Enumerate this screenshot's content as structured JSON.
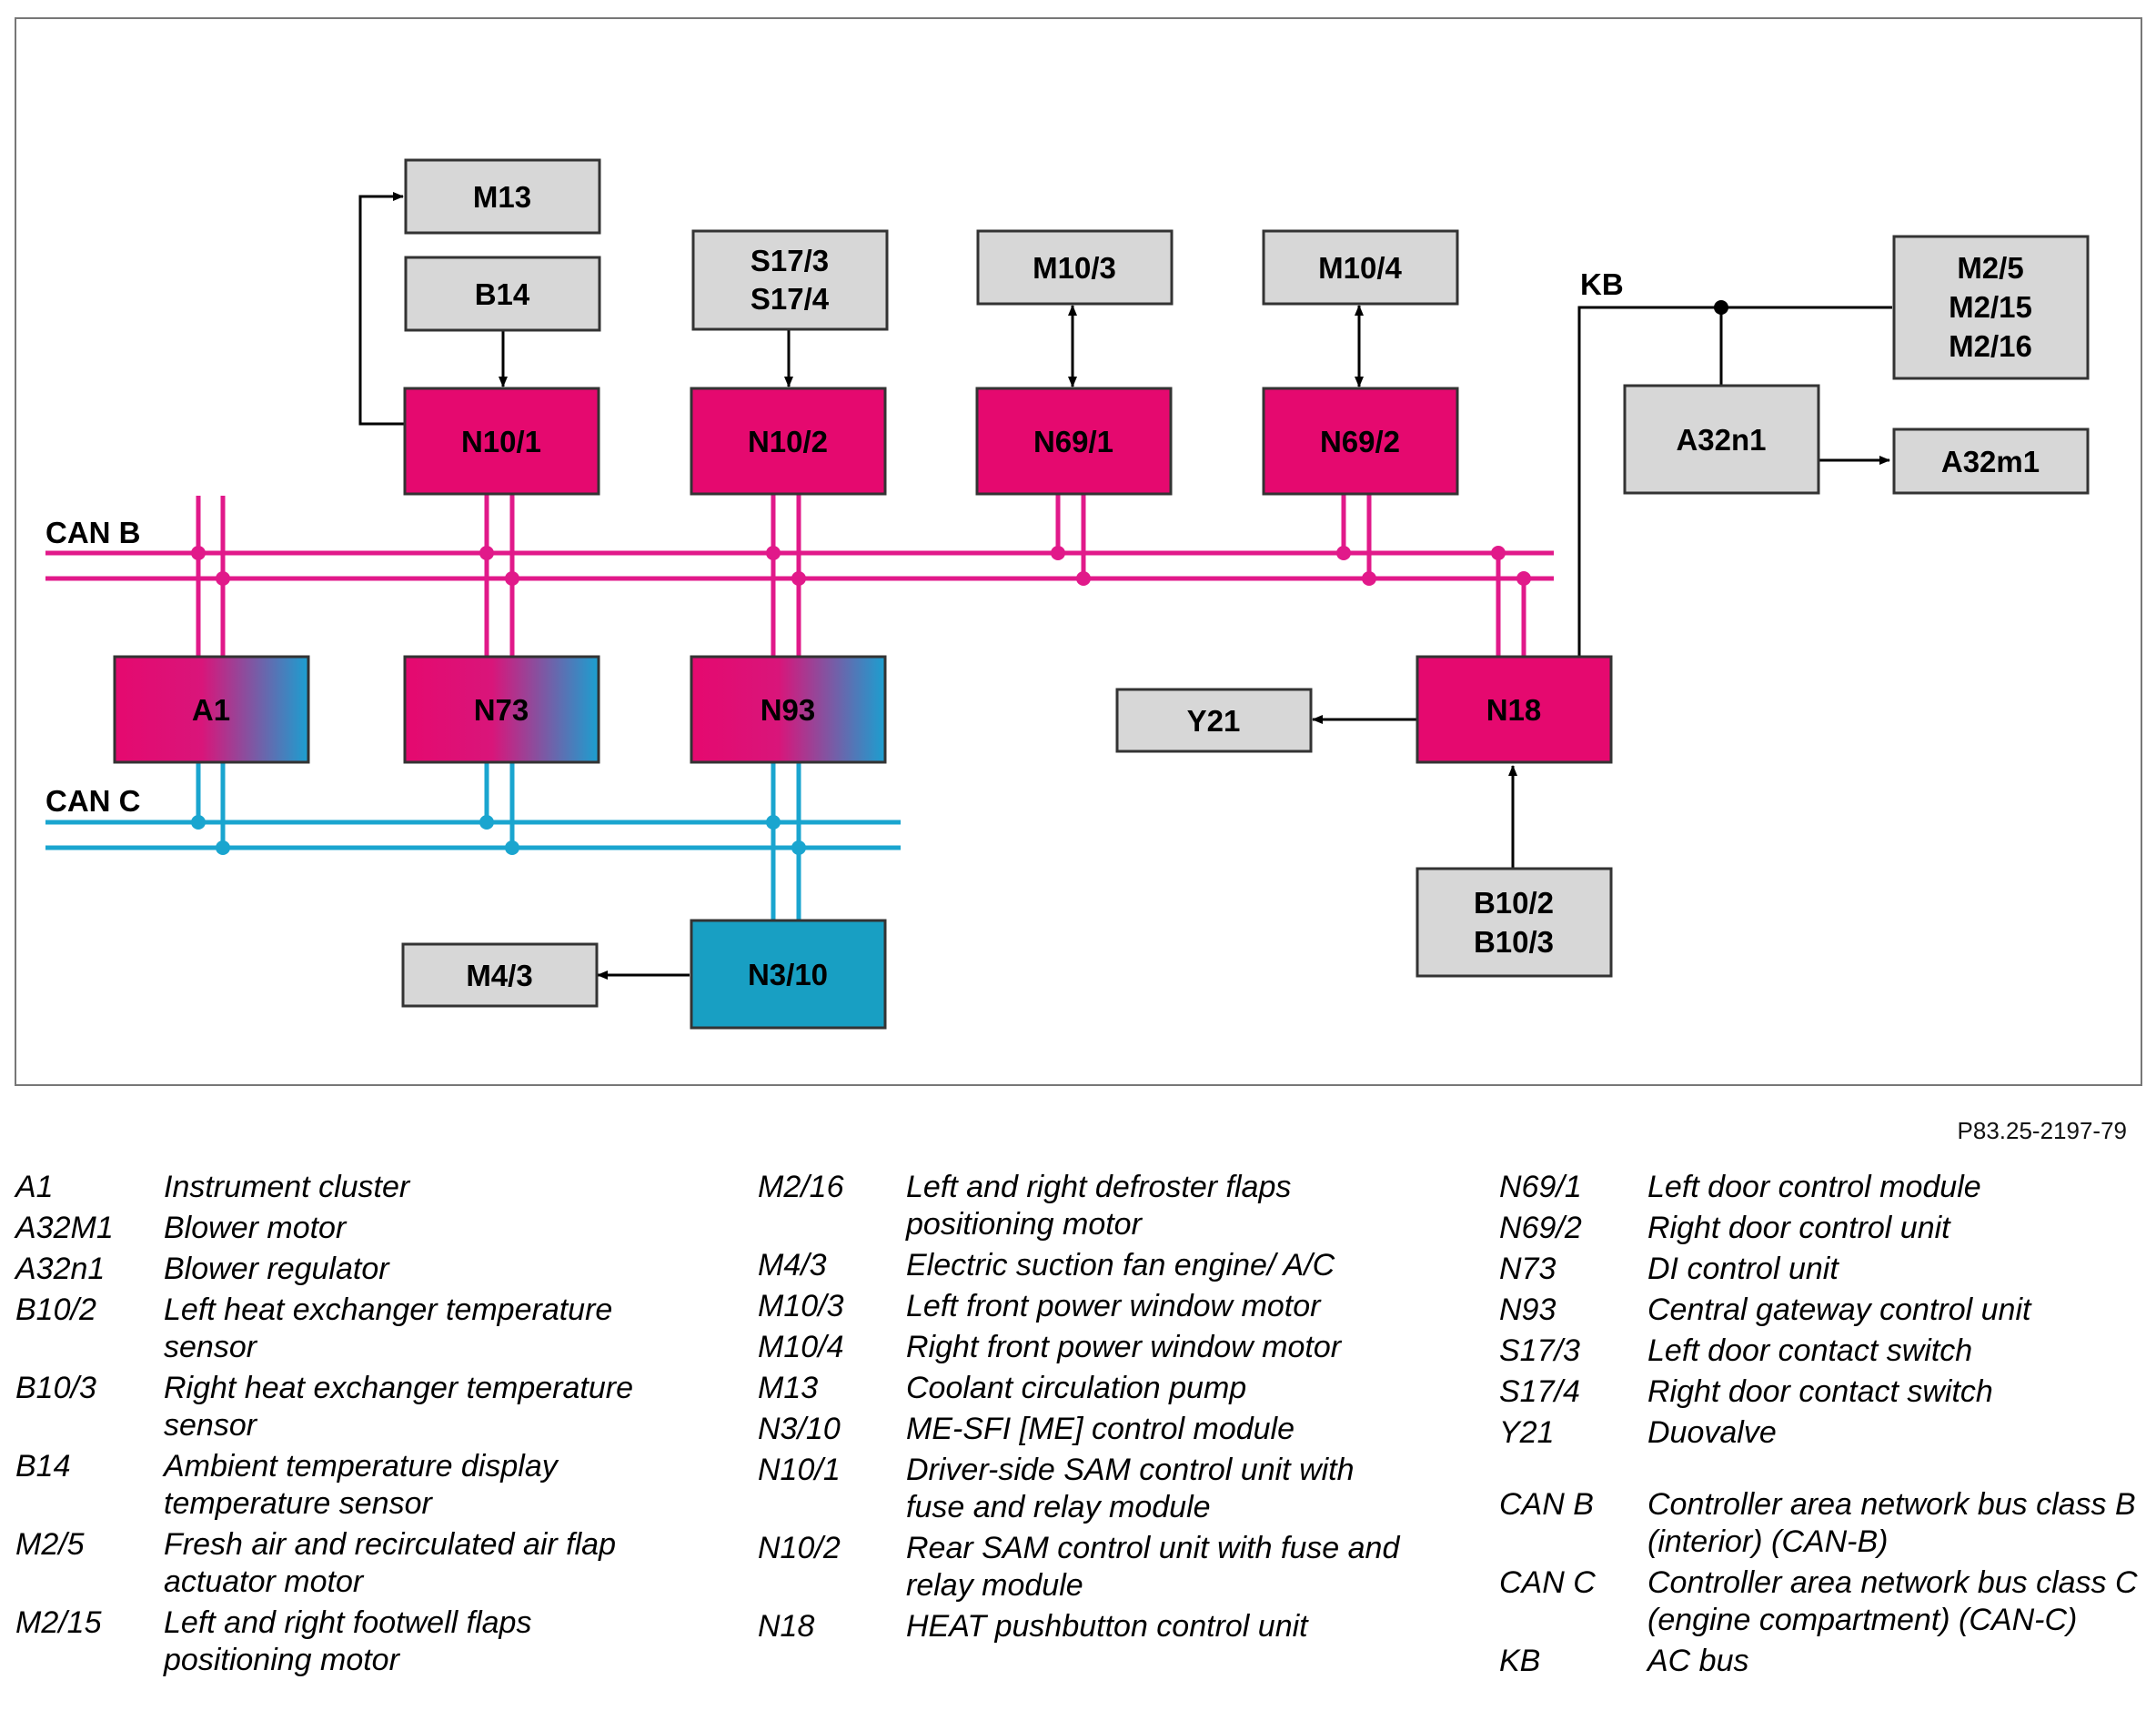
{
  "diagram": {
    "doc_code": "P83.25-2197-79",
    "bus_labels": {
      "can_b": "CAN B",
      "can_c": "CAN C",
      "kb": "KB"
    },
    "colors": {
      "can_b": "#e1198a",
      "can_c": "#1aa5cf",
      "module_pink": "#e5096f",
      "module_blue": "#189fc3",
      "component_grey": "#d7d7d7"
    },
    "modules": {
      "m13": "M13",
      "b14": "B14",
      "s17_top": "S17/3",
      "s17_bot": "S17/4",
      "m10_3": "M10/3",
      "m10_4": "M10/4",
      "m2_a": "M2/5",
      "m2_b": "M2/15",
      "m2_c": "M2/16",
      "n10_1": "N10/1",
      "n10_2": "N10/2",
      "n69_1": "N69/1",
      "n69_2": "N69/2",
      "a32n1": "A32n1",
      "a32m1": "A32m1",
      "a1": "A1",
      "n73": "N73",
      "n93": "N93",
      "y21": "Y21",
      "n18": "N18",
      "b10_top": "B10/2",
      "b10_bot": "B10/3",
      "m4_3": "M4/3",
      "n3_10": "N3/10"
    }
  },
  "legend": {
    "col1": [
      {
        "abbr": "A1",
        "desc": "Instrument cluster"
      },
      {
        "abbr": "A32M1",
        "desc": "Blower motor"
      },
      {
        "abbr": "A32n1",
        "desc": "Blower regulator"
      },
      {
        "abbr": "B10/2",
        "desc": "Left heat exchanger temperature sensor"
      },
      {
        "abbr": "B10/3",
        "desc": "Right heat exchanger temperature sensor"
      },
      {
        "abbr": "B14",
        "desc": "Ambient temperature display temperature sensor"
      },
      {
        "abbr": "M2/5",
        "desc": "Fresh air and recirculated air flap actuator motor"
      },
      {
        "abbr": "M2/15",
        "desc": "Left and right footwell flaps positioning motor"
      }
    ],
    "col2": [
      {
        "abbr": "M2/16",
        "desc": "Left and right defroster flaps positioning motor"
      },
      {
        "abbr": "M4/3",
        "desc": "Electric suction fan engine/ A/C"
      },
      {
        "abbr": "M10/3",
        "desc": "Left front power window motor"
      },
      {
        "abbr": "M10/4",
        "desc": "Right front power window motor"
      },
      {
        "abbr": "M13",
        "desc": "Coolant circulation pump"
      },
      {
        "abbr": "N3/10",
        "desc": "ME-SFI [ME] control module"
      },
      {
        "abbr": "N10/1",
        "desc": "Driver-side SAM control unit with fuse and relay module"
      },
      {
        "abbr": "N10/2",
        "desc": "Rear SAM control unit with fuse and relay module"
      },
      {
        "abbr": "N18",
        "desc": "HEAT pushbutton control unit"
      }
    ],
    "col3": [
      {
        "abbr": "N69/1",
        "desc": "Left door control module"
      },
      {
        "abbr": "N69/2",
        "desc": "Right door control unit"
      },
      {
        "abbr": "N73",
        "desc": "DI control unit"
      },
      {
        "abbr": "N93",
        "desc": "Central gateway control unit"
      },
      {
        "abbr": "S17/3",
        "desc": "Left door contact switch"
      },
      {
        "abbr": "S17/4",
        "desc": "Right door contact switch"
      },
      {
        "abbr": "Y21",
        "desc": "Duovalve"
      }
    ],
    "col3b": [
      {
        "abbr": "CAN B",
        "desc": "Controller area network bus class B (interior) (CAN-B)"
      },
      {
        "abbr": "CAN C",
        "desc": "Controller area network bus class C (engine compartment) (CAN-C)"
      },
      {
        "abbr": "KB",
        "desc": "AC bus"
      }
    ]
  }
}
